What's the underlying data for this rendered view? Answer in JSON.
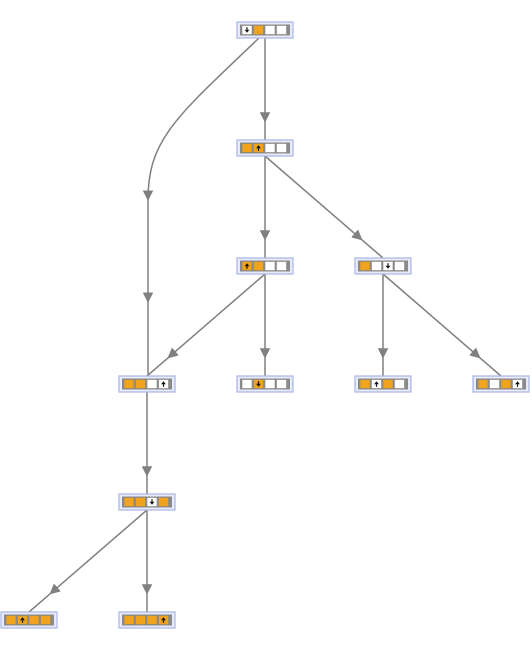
{
  "colors": {
    "filled": "#f0a31c",
    "empty": "#ffffff",
    "frame_fill": "#e8ecf8",
    "frame_stroke": "#a9b5e6",
    "edge": "#808080",
    "head": "#111111"
  },
  "nodes": [
    {
      "id": "n0",
      "cells": [
        0,
        1,
        0,
        0
      ],
      "head": 0,
      "dir": "down"
    },
    {
      "id": "n1",
      "cells": [
        1,
        1,
        0,
        0
      ],
      "head": 1,
      "dir": "up"
    },
    {
      "id": "n2",
      "cells": [
        1,
        1,
        0,
        0
      ],
      "head": 0,
      "dir": "up"
    },
    {
      "id": "n3",
      "cells": [
        1,
        0,
        0,
        0
      ],
      "head": 2,
      "dir": "down"
    },
    {
      "id": "n4",
      "cells": [
        1,
        1,
        0,
        0
      ],
      "head": 3,
      "dir": "up"
    },
    {
      "id": "n5",
      "cells": [
        0,
        1,
        0,
        0
      ],
      "head": 1,
      "dir": "down"
    },
    {
      "id": "n6",
      "cells": [
        1,
        0,
        1,
        0
      ],
      "head": 1,
      "dir": "up"
    },
    {
      "id": "n7",
      "cells": [
        1,
        0,
        1,
        0
      ],
      "head": 3,
      "dir": "up"
    },
    {
      "id": "n8",
      "cells": [
        1,
        1,
        0,
        1
      ],
      "head": 2,
      "dir": "down"
    },
    {
      "id": "n9",
      "cells": [
        1,
        1,
        1,
        1
      ],
      "head": 1,
      "dir": "up"
    },
    {
      "id": "n10",
      "cells": [
        1,
        1,
        1,
        1
      ],
      "head": 3,
      "dir": "up"
    }
  ],
  "edges": [
    [
      "n0",
      "n1"
    ],
    [
      "n0",
      "n4"
    ],
    [
      "n1",
      "n2"
    ],
    [
      "n1",
      "n3"
    ],
    [
      "n2",
      "n4"
    ],
    [
      "n2",
      "n5"
    ],
    [
      "n3",
      "n6"
    ],
    [
      "n3",
      "n7"
    ],
    [
      "n4",
      "n8"
    ],
    [
      "n8",
      "n9"
    ],
    [
      "n8",
      "n10"
    ]
  ]
}
